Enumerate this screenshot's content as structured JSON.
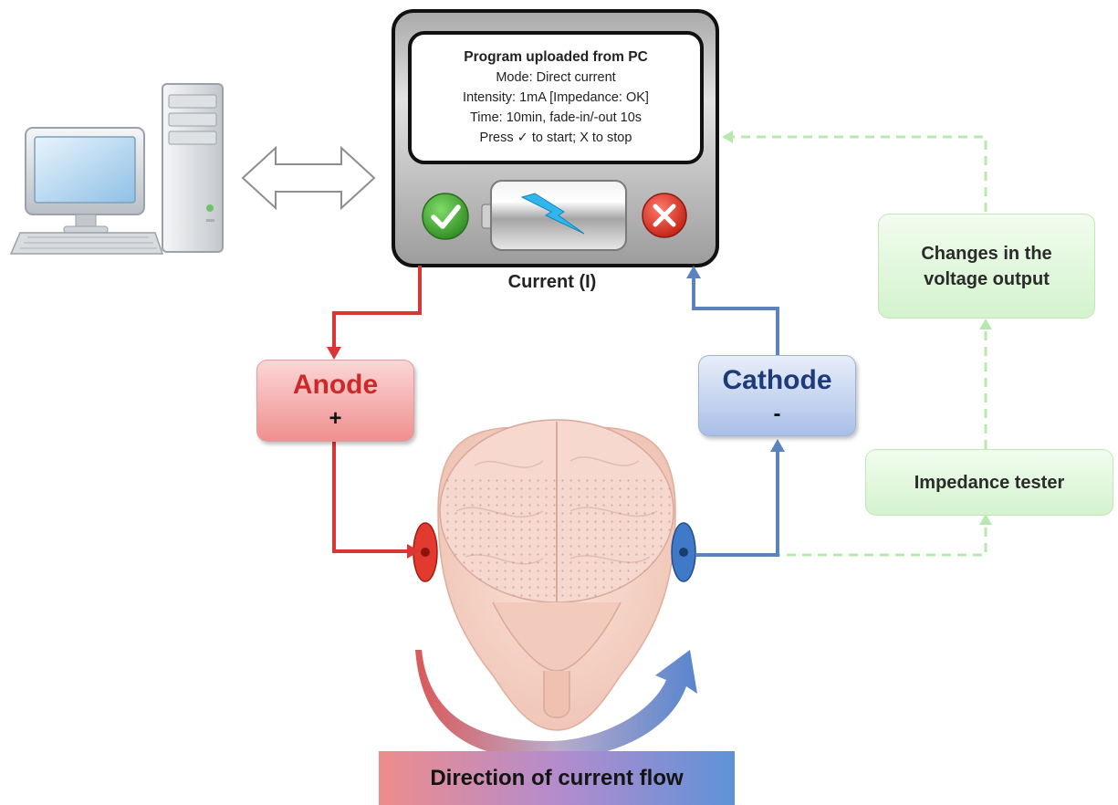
{
  "device": {
    "screen_lines": [
      "Program uploaded  from PC",
      "Mode: Direct current",
      "Intensity: 1mA  [Impedance: OK]",
      "Time: 10min, fade-in/-out  10s",
      "Press  ✓ to start; X to stop"
    ],
    "start_icon": "check-icon",
    "stop_icon": "close-icon",
    "battery_icon": "battery-lightning-icon"
  },
  "labels": {
    "current": "Current (I)",
    "anode_title": "Anode",
    "anode_sign": "+",
    "cathode_title": "Cathode",
    "cathode_sign": "-",
    "voltage_changes": "Changes in the voltage output",
    "impedance_tester": "Impedance tester",
    "direction": "Direction of current flow"
  },
  "colors": {
    "anode": "#d93636",
    "cathode": "#5b84bf",
    "feedback": "#b8e8b0"
  },
  "icons": {
    "computer": "desktop-computer-icon",
    "link": "double-arrow-icon",
    "head": "brain-head-icon"
  }
}
